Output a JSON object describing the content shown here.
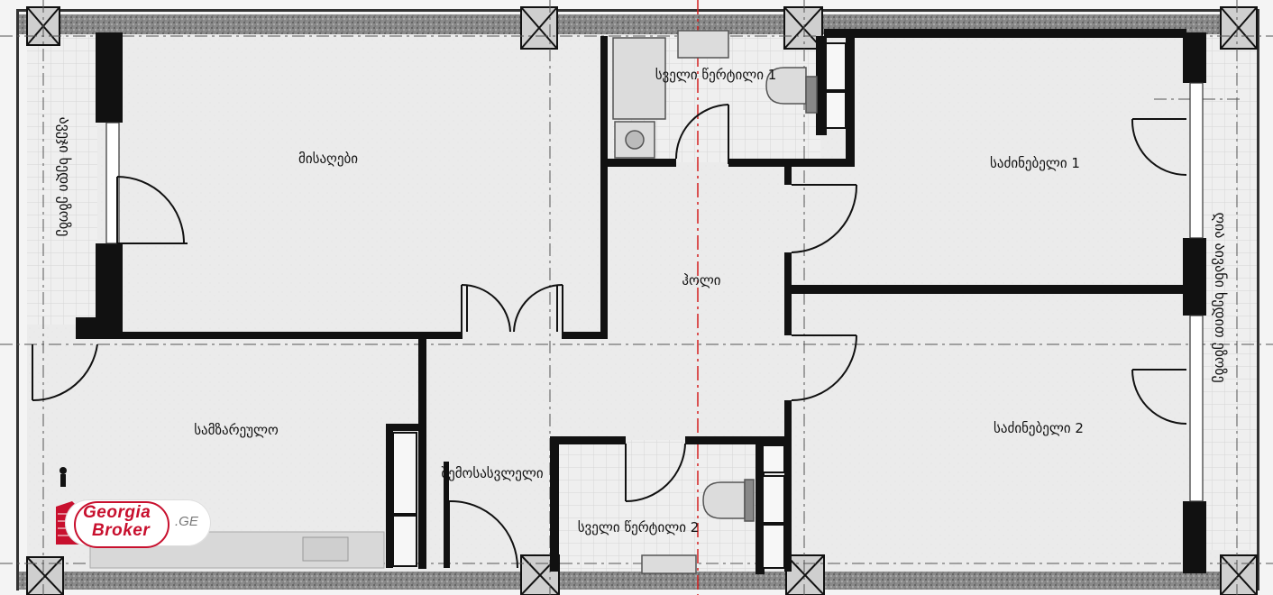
{
  "rooms": {
    "reception": "მისაღები",
    "bathroom_1": "სველი წერტილი 1",
    "bedroom_1": "საძინებელი 1",
    "hall": "ჰოლი",
    "kitchen": "სამზარეულო",
    "entrance": "შემოსასვლელი",
    "bedroom_2": "საძინებელი 2",
    "bathroom_2": "სველი წერტილი 2"
  },
  "balconies": {
    "left": "ავეჯი ხედი ეზოზე",
    "right": "ღია აივანი ხედით ეზოზე"
  },
  "logo": {
    "line1": "Georgia",
    "line2": "Broker",
    "suffix": ".GE",
    "color": "#c8102e"
  }
}
